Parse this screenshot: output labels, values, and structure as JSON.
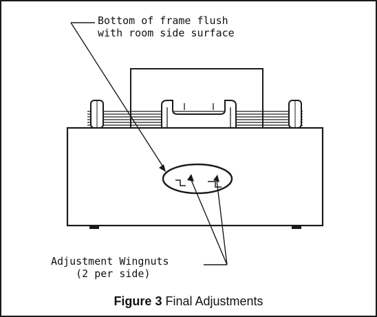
{
  "figure": {
    "label": "Figure 3",
    "caption": "Final Adjustments"
  },
  "callouts": {
    "top_line1": "Bottom of frame flush",
    "top_line2": "with room side surface",
    "wingnut_line1": "Adjustment Wingnuts",
    "wingnut_line2": "(2 per side)"
  },
  "colors": {
    "border": "#1a1a1a",
    "stroke": "#1a1a1a",
    "background": "#ffffff"
  }
}
